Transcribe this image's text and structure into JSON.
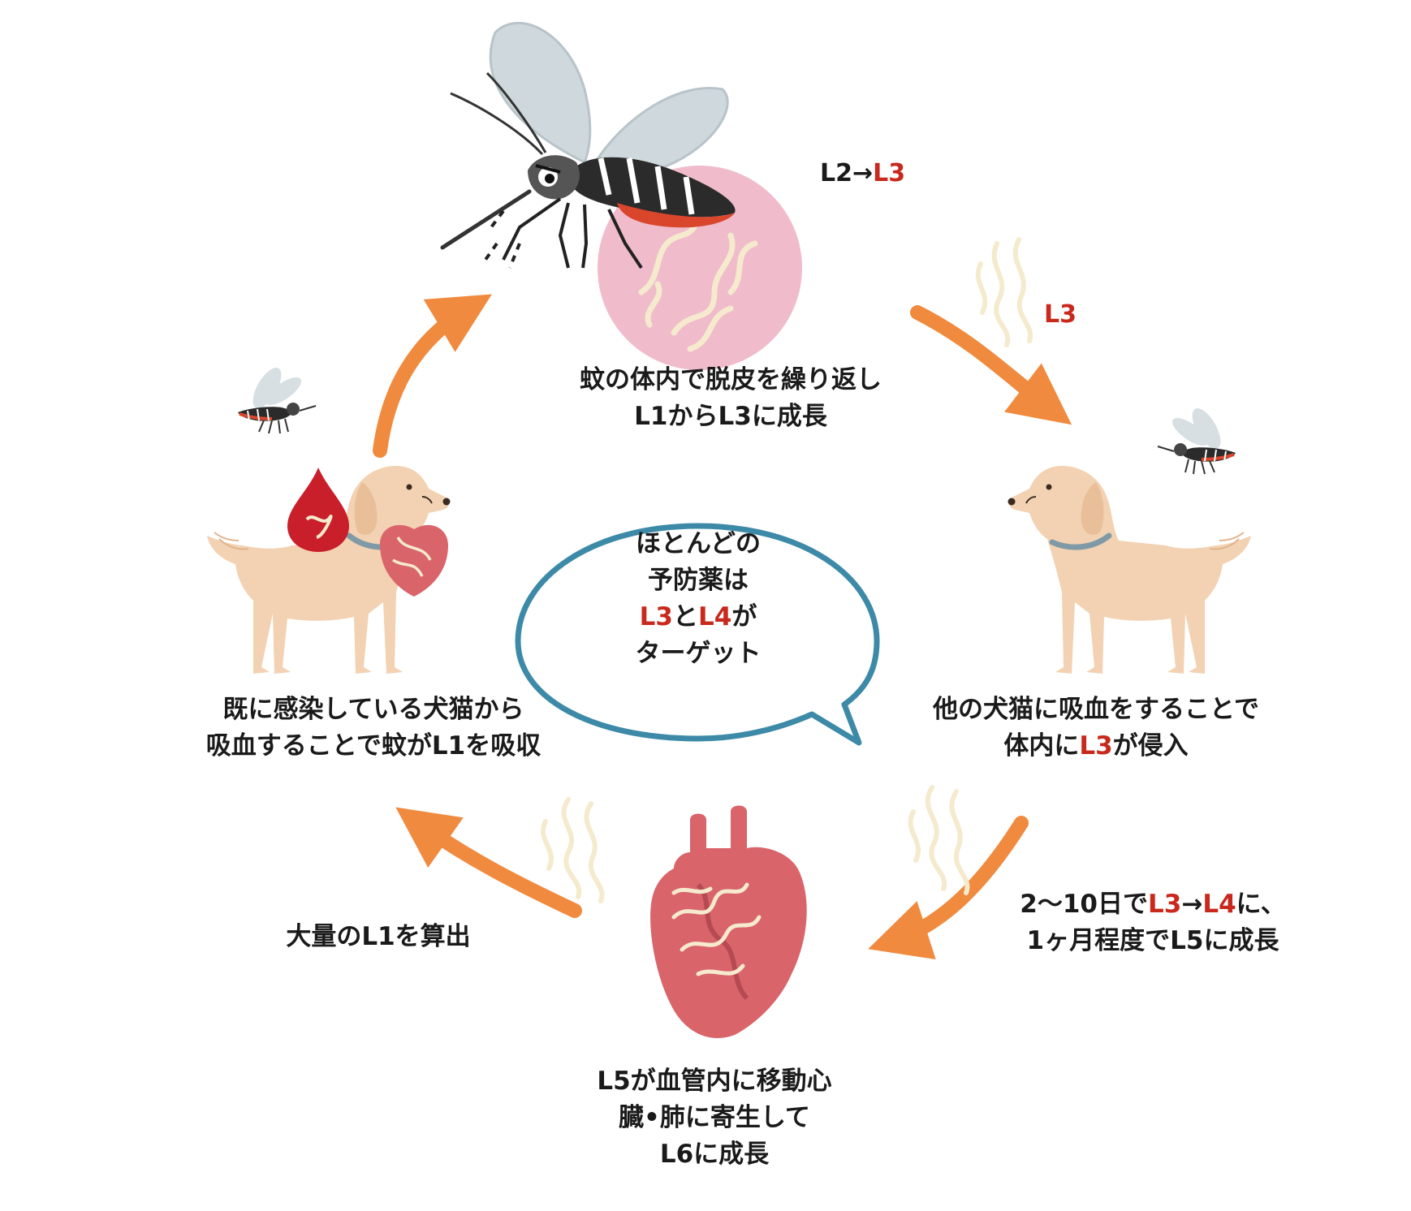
{
  "colors": {
    "arrow": "#f08a3e",
    "accent_red": "#c9281c",
    "bubble_stroke": "#3d8aa8",
    "dog": "#f2d2b2",
    "heart": "#d9646a",
    "pink_circle": "#f0bccb",
    "worm": "#f5eacd"
  },
  "icons": [
    "mosquito-icon",
    "dog-icon",
    "heart-icon",
    "blood-drop-icon",
    "larvae-icon",
    "speech-bubble"
  ],
  "labels": {
    "mosquito_stage": {
      "lead": "L2→",
      "red": "L3"
    },
    "transfer_stage": {
      "red": "L3"
    },
    "mosquito_desc": {
      "line1": "蚊の体内で脱皮を繰り返し",
      "line2": "L1からL3に成長"
    },
    "bubble": {
      "line1": "ほとんどの",
      "line2": "予防薬は",
      "line3_red1": "L3",
      "line3_mid": "と",
      "line3_red2": "L4",
      "line3_end": "が",
      "line4": "ターゲット"
    },
    "infected_dog": {
      "line1": "既に感染している犬猫から",
      "line2": "吸血することで蚊がL1を吸収"
    },
    "new_dog": {
      "line1": "他の犬猫に吸血をすることで",
      "line2_a": "体内に",
      "line2_red": "L3",
      "line2_b": "が侵入"
    },
    "growth": {
      "line1_a": "2〜10日で",
      "line1_red1": "L3",
      "line1_arrow": "→",
      "line1_red2": "L4",
      "line1_b": "に、",
      "line2": "1ヶ月程度でL5に成長"
    },
    "heart_desc": {
      "line1": "L5が血管内に移動心",
      "line2": "臓•肺に寄生して",
      "line3": "L6に成長"
    },
    "output": {
      "text": "大量のL1を算出"
    }
  }
}
